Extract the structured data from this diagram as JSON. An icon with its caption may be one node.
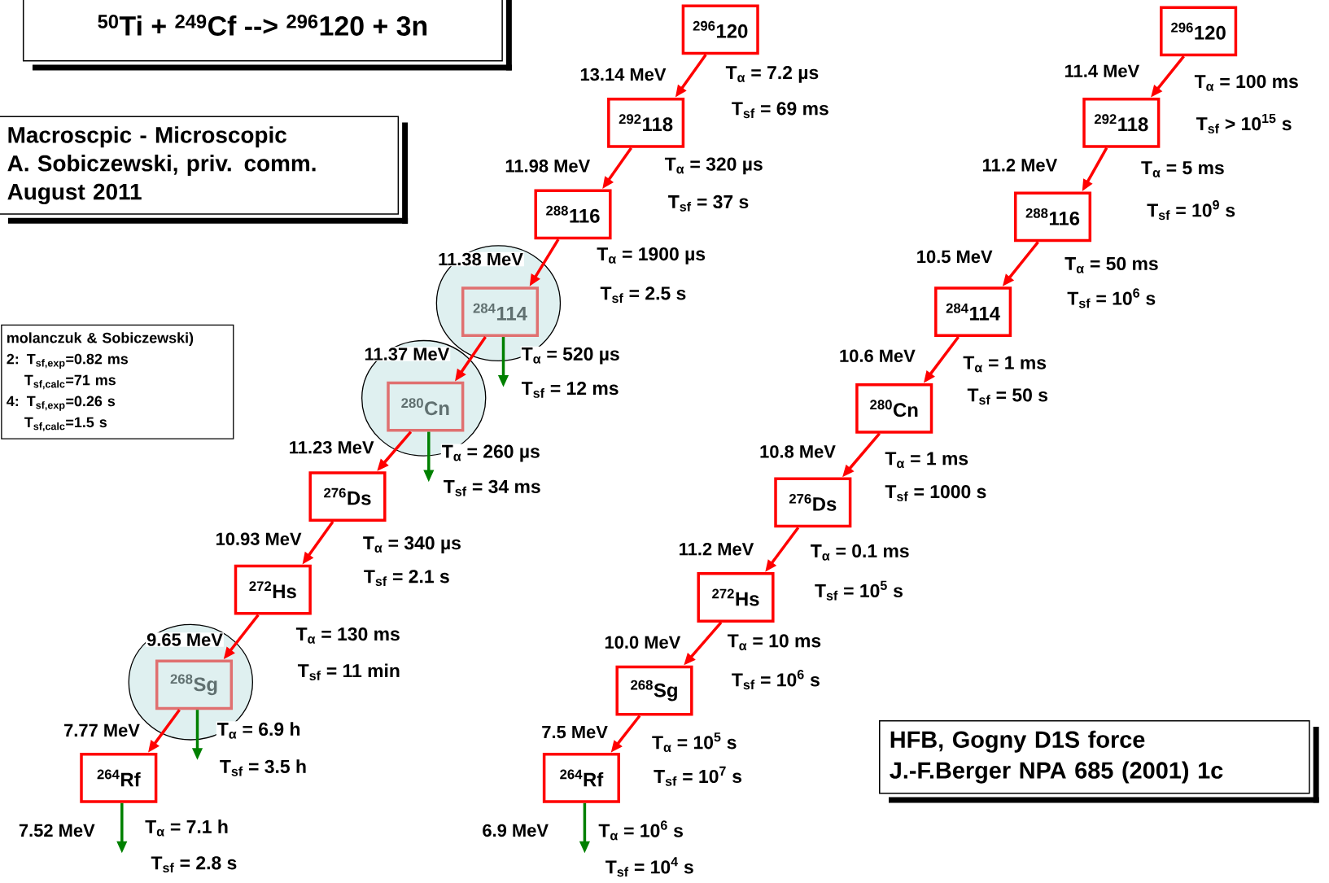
{
  "diagram": {
    "nodes": [
      {
        "text": [
          "$^{50}$Ti + $^{249}$Cf --> $^{296}$120 + 3n"
        ]
      },
      {
        "text": [
          "Macroscpic - Microscopic",
          "A. Sobiczewski, priv. comm.",
          "August 2011"
        ]
      },
      {
        "text": [
          "$^{296}$120"
        ],
        "beside": [
          "T$_{α}$ = 7.2 µs",
          "T$_{sf}$ = 69 ms"
        ]
      },
      {
        "text": [
          "$^{292}$118"
        ],
        "beside": [
          "T$_{α}$ = 320 µs",
          "T$_{sf}$ = 37 s"
        ]
      },
      {
        "text": [
          "$^{288}$116"
        ],
        "beside": [
          "T$_{α}$ = 1900 µs",
          "T$_{sf}$ = 2.5 s"
        ]
      },
      {
        "text": [],
        "shape": "circle"
      },
      {
        "text": [
          "$^{284}$114"
        ],
        "in": 5,
        "beside": [
          "T$_{α}$ = 520 µs",
          "T$_{sf}$ = 12 ms"
        ]
      },
      {
        "text": [],
        "shape": "circle"
      },
      {
        "text": [
          "$^{280}$Cn"
        ],
        "in": 7,
        "beside": [
          "T$_{α}$ = 260 µs",
          "T$_{sf}$ = 34 ms"
        ]
      },
      {
        "text": [
          "$^{276}$Ds"
        ],
        "beside": [
          "T$_{α}$ = 340 µs",
          "T$_{sf}$ = 2.1 s"
        ]
      },
      {
        "text": [
          "$^{272}$Hs"
        ],
        "beside": [
          "T$_{α}$ = 130 ms",
          "T$_{sf}$ = 11 min"
        ]
      },
      {
        "text": [],
        "shape": "circle"
      },
      {
        "text": [
          "$^{268}$Sg"
        ],
        "in": 11,
        "beside": [
          "T$_{α}$ = 6.9 h",
          "T$_{sf}$ = 3.5 h"
        ]
      },
      {
        "text": [
          "$^{264}$Rf"
        ],
        "beside": [
          "T$_{α}$ = 7.1 h",
          "T$_{sf}$ = 2.8 s"
        ]
      },
      {
        "text": [
          "molanczuk & Sobiczewski)",
          "2: T$_{sf,exp}$=0.82 ms",
          "T$_{sf,calc}$=71 ms",
          "4: T$_{sf,exp}$=0.26 s",
          "T$_{sf,calc}$=1.5 s"
        ]
      },
      {
        "text": [
          "$^{296}$120"
        ],
        "beside": [
          "T$_{α}$ = 100 ms",
          "T$_{sf}$ > 10$^{15}$ s"
        ]
      },
      {
        "text": [
          "$^{292}$118"
        ],
        "beside": [
          "T$_{α}$ = 5 ms",
          "T$_{sf}$ = 10$^{9}$ s"
        ]
      },
      {
        "text": [
          "$^{288}$116"
        ],
        "beside": [
          "T$_{α}$ = 50 ms",
          "T$_{sf}$ = 10$^{6}$ s"
        ]
      },
      {
        "text": [
          "$^{284}$114"
        ],
        "beside": [
          "T$_{α}$ = 1 ms",
          "T$_{sf}$ = 50 s"
        ]
      },
      {
        "text": [
          "$^{280}$Cn"
        ],
        "beside": [
          "T$_{α}$ = 1 ms",
          "T$_{sf}$ = 1000 s"
        ]
      },
      {
        "text": [
          "$^{276}$Ds"
        ],
        "beside": [
          "T$_{α}$ = 0.1 ms",
          "T$_{sf}$ = 10$^{5}$ s"
        ]
      },
      {
        "text": [
          "$^{272}$Hs"
        ],
        "beside": [
          "T$_{α}$ = 10 ms",
          "T$_{sf}$ = 10$^{6}$ s"
        ]
      },
      {
        "text": [
          "$^{268}$Sg"
        ],
        "beside": [
          "T$_{α}$ = 10$^{5}$ s",
          "T$_{sf}$ = 10$^{7}$ s"
        ]
      },
      {
        "text": [
          "$^{264}$Rf"
        ],
        "beside": [
          "T$_{α}$ = 10$^{6}$ s",
          "T$_{sf}$ = 10$^{4}$ s"
        ]
      },
      {
        "text": [
          "HFB, Gogny D1S force",
          "J.-F.Berger NPA 685 (2001) 1c"
        ]
      }
    ],
    "edges": [
      {
        "from": 2,
        "to": 3,
        "arrow": "to",
        "label": "13.14 MeV"
      },
      {
        "from": 3,
        "to": 4,
        "arrow": "to",
        "label": "11.98 MeV"
      },
      {
        "from": 4,
        "to": 6,
        "arrow": "to",
        "label": "11.38 MeV"
      },
      {
        "from": 6,
        "to": 8,
        "arrow": "to",
        "label": "11.37 MeV"
      },
      {
        "from": 8,
        "to": 9,
        "arrow": "to",
        "label": "11.23 MeV"
      },
      {
        "from": 9,
        "to": 10,
        "arrow": "to",
        "label": "10.93 MeV"
      },
      {
        "from": 10,
        "to": 12,
        "arrow": "to",
        "label": "9.65 MeV"
      },
      {
        "from": 12,
        "to": 13,
        "arrow": "to",
        "label": "7.77 MeV"
      },
      {
        "from": 6,
        "to": null,
        "arrow": "to",
        "color": "#008000"
      },
      {
        "from": 8,
        "to": null,
        "arrow": "to",
        "color": "#008000"
      },
      {
        "from": 12,
        "to": null,
        "arrow": "to",
        "color": "#008000"
      },
      {
        "from": 13,
        "to": null,
        "arrow": "to",
        "color": "#008000",
        "label": "7.52 MeV"
      },
      {
        "from": 15,
        "to": 16,
        "arrow": "to",
        "label": "11.4 MeV"
      },
      {
        "from": 16,
        "to": 17,
        "arrow": "to",
        "label": "11.2 MeV"
      },
      {
        "from": 17,
        "to": 18,
        "arrow": "to",
        "label": "10.5 MeV"
      },
      {
        "from": 18,
        "to": 19,
        "arrow": "to",
        "label": "10.6 MeV"
      },
      {
        "from": 19,
        "to": 20,
        "arrow": "to",
        "label": "10.8 MeV"
      },
      {
        "from": 20,
        "to": 21,
        "arrow": "to",
        "label": "11.2 MeV"
      },
      {
        "from": 21,
        "to": 22,
        "arrow": "to",
        "label": "10.0 MeV"
      },
      {
        "from": 22,
        "to": 23,
        "arrow": "to",
        "label": "7.5 MeV"
      },
      {
        "from": 23,
        "to": null,
        "arrow": "to",
        "color": "#008000",
        "label": "6.9 MeV"
      }
    ]
  }
}
